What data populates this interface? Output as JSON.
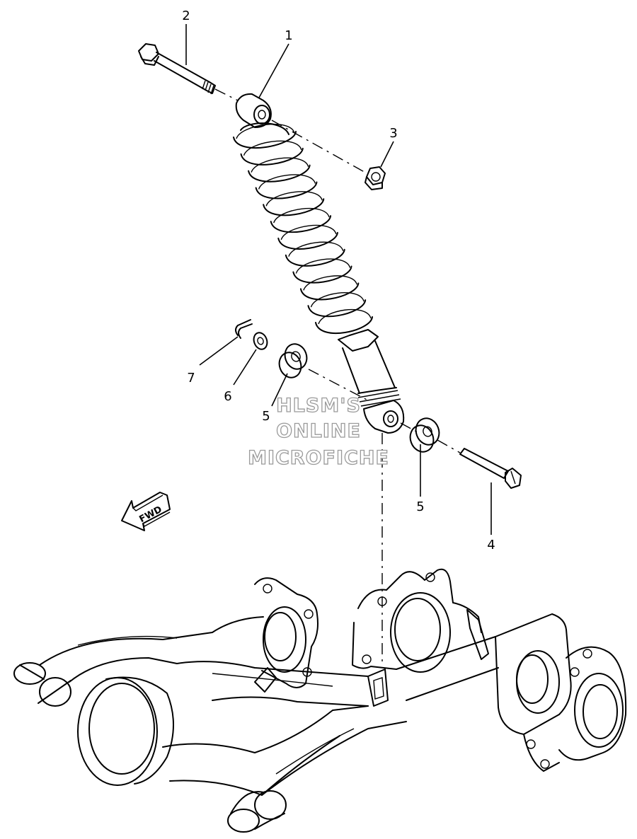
{
  "callouts": [
    {
      "id": "c1",
      "label": "1"
    },
    {
      "id": "c2",
      "label": "2"
    },
    {
      "id": "c3",
      "label": "3"
    },
    {
      "id": "c4",
      "label": "4"
    },
    {
      "id": "c5a",
      "label": "5"
    },
    {
      "id": "c5b",
      "label": "5"
    },
    {
      "id": "c6",
      "label": "6"
    },
    {
      "id": "c7",
      "label": "7"
    }
  ],
  "direction_arrow": {
    "label": "FWD"
  },
  "watermark": {
    "lines": [
      "HLSM'S",
      "ONLINE",
      "MICROFICHE"
    ]
  }
}
